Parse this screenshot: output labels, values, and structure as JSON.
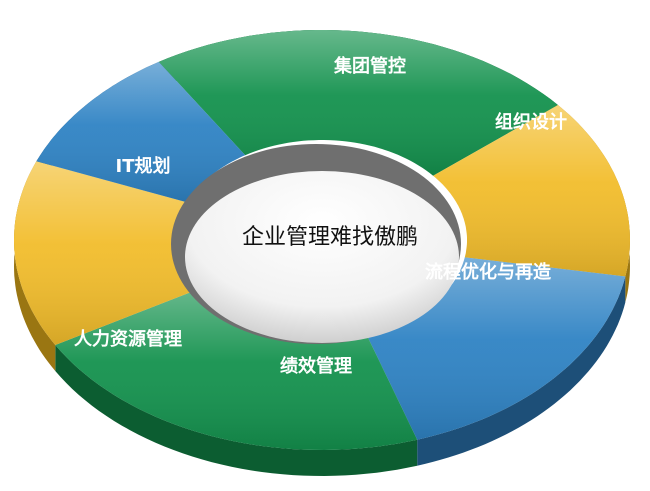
{
  "diagram": {
    "center_text": "企业管理难找傲鹏",
    "segments": [
      {
        "label": "集团管控",
        "color": "#14924e",
        "dark": "#0c5d31"
      },
      {
        "label": "组织设计",
        "color": "#f2bd2c",
        "dark": "#9a7612"
      },
      {
        "label": "流程优化与再造",
        "color": "#2f83c4",
        "dark": "#1d4f78"
      },
      {
        "label": "绩效管理",
        "color": "#14924e",
        "dark": "#0c5d31"
      },
      {
        "label": "人力资源管理",
        "color": "#f2bd2c",
        "dark": "#9a7612"
      },
      {
        "label": "IT规划",
        "color": "#2f83c4",
        "dark": "#1d4f78"
      }
    ]
  }
}
